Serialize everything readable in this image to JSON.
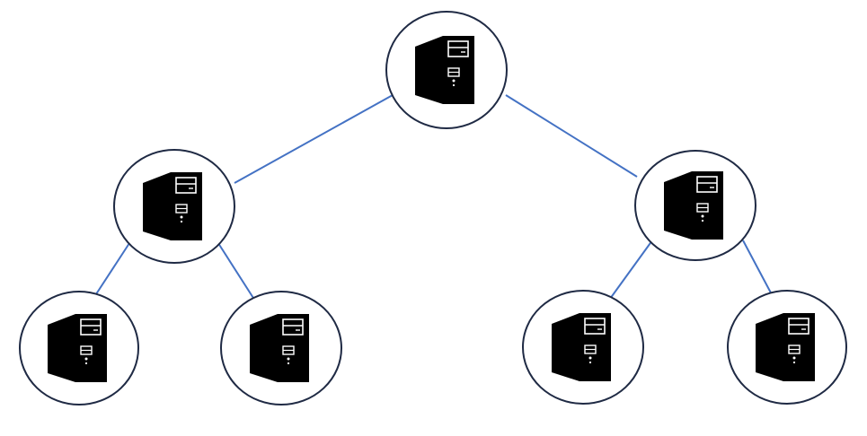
{
  "diagram": {
    "type": "tree",
    "node_icon": "server-tower-icon",
    "colors": {
      "edge": "#4472C4",
      "node_outline": "#1F2A44",
      "node_fill": "#FFFFFF",
      "icon": "#000000"
    },
    "nodes": [
      {
        "id": "root",
        "icon": "server-tower-icon"
      },
      {
        "id": "mid-left",
        "icon": "server-tower-icon"
      },
      {
        "id": "mid-right",
        "icon": "server-tower-icon"
      },
      {
        "id": "leaf-1",
        "icon": "server-tower-icon"
      },
      {
        "id": "leaf-2",
        "icon": "server-tower-icon"
      },
      {
        "id": "leaf-3",
        "icon": "server-tower-icon"
      },
      {
        "id": "leaf-4",
        "icon": "server-tower-icon"
      }
    ],
    "edges": [
      {
        "from": "root",
        "to": "mid-left"
      },
      {
        "from": "root",
        "to": "mid-right"
      },
      {
        "from": "mid-left",
        "to": "leaf-1"
      },
      {
        "from": "mid-left",
        "to": "leaf-2"
      },
      {
        "from": "mid-right",
        "to": "leaf-3"
      },
      {
        "from": "mid-right",
        "to": "leaf-4"
      }
    ]
  }
}
